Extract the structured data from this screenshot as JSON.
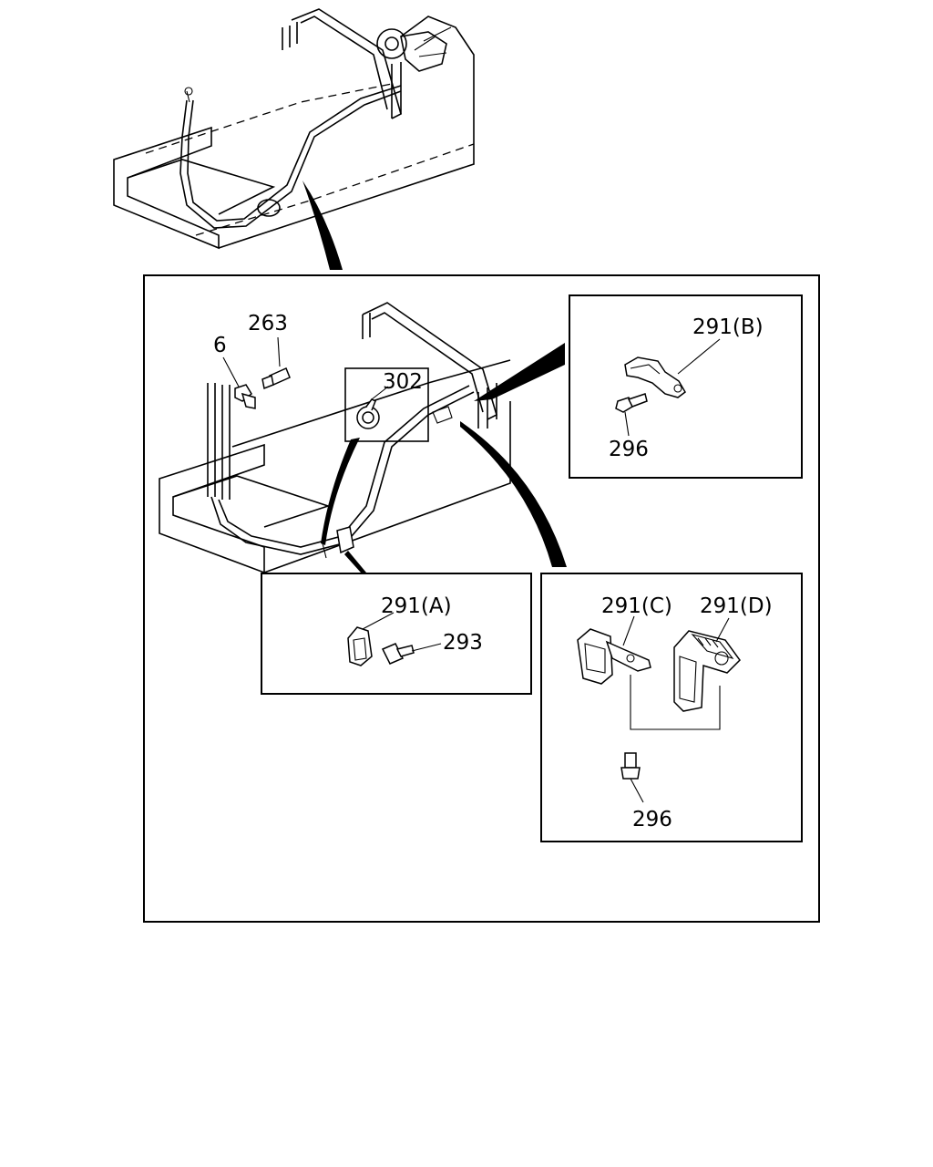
{
  "callouts": {
    "c263": "263",
    "c6": "6",
    "c302": "302",
    "c291b": "291(B)",
    "c296b": "296",
    "c291a": "291(A)",
    "c293": "293",
    "c291c": "291(C)",
    "c291d": "291(D)",
    "c296cd": "296"
  },
  "colors": {
    "line": "#000000",
    "background": "#ffffff"
  }
}
